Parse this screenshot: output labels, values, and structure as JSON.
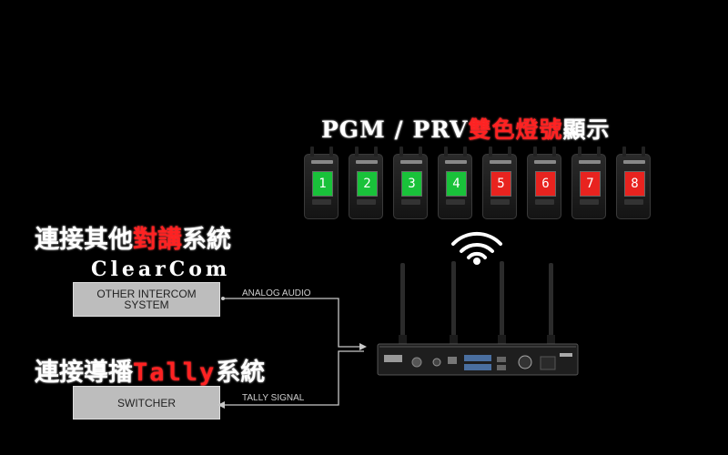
{
  "title": {
    "part1": "PGM / PRV",
    "part2": "雙色燈號",
    "part3": "顯示"
  },
  "beltpacks": [
    {
      "num": "1",
      "tally": "green",
      "color": "#19c23a"
    },
    {
      "num": "2",
      "tally": "green",
      "color": "#19c23a"
    },
    {
      "num": "3",
      "tally": "green",
      "color": "#19c23a"
    },
    {
      "num": "4",
      "tally": "green",
      "color": "#19c23a"
    },
    {
      "num": "5",
      "tally": "red",
      "color": "#e8231f"
    },
    {
      "num": "6",
      "tally": "red",
      "color": "#e8231f"
    },
    {
      "num": "7",
      "tally": "red",
      "color": "#e8231f"
    },
    {
      "num": "8",
      "tally": "red",
      "color": "#e8231f"
    }
  ],
  "intercom_heading": {
    "part1": "連接其他",
    "part2": "對講",
    "part3": "系統"
  },
  "clearcom_label": "ClearCom",
  "other_intercom_box": "OTHER INTERCOM SYSTEM",
  "analog_audio_label": "ANALOG AUDIO",
  "tally_heading": {
    "part1": "連接導播",
    "part2": "Tally",
    "part3": "系統"
  },
  "switcher_box": "SWITCHER",
  "tally_signal_label": "TALLY SIGNAL",
  "colors": {
    "accent_red": "#ff2222",
    "tally_green": "#19c23a",
    "tally_red": "#e8231f",
    "box_gray": "#bdbdbd"
  },
  "icons": [
    "wireless-signal-icon",
    "base-station-icon",
    "beltpack-icon"
  ]
}
